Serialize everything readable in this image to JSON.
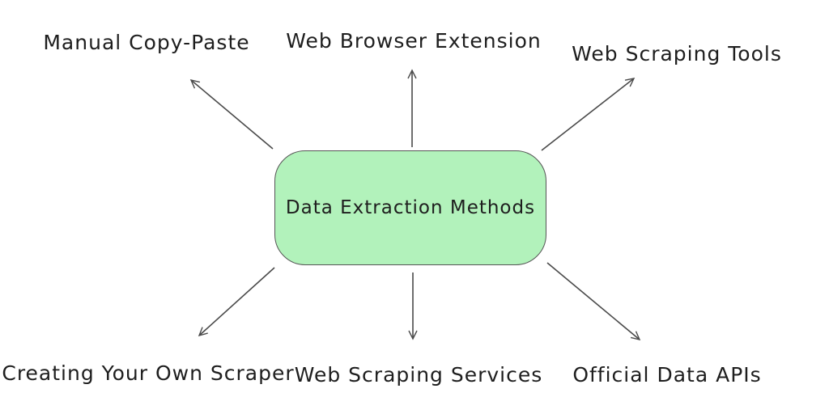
{
  "diagram": {
    "type": "mind-map",
    "center": {
      "label": "Data Extraction Methods",
      "fill": "#b2f2bb",
      "border_color": "#545454"
    },
    "nodes": [
      {
        "id": "manual-copy-paste",
        "label": "Manual Copy-Paste",
        "position": "top-left"
      },
      {
        "id": "web-browser-extension",
        "label": "Web Browser Extension",
        "position": "top-center"
      },
      {
        "id": "web-scraping-tools",
        "label": "Web Scraping Tools",
        "position": "top-right"
      },
      {
        "id": "creating-your-own-scraper",
        "label": "Creating Your Own Scraper",
        "position": "bottom-left"
      },
      {
        "id": "web-scraping-services",
        "label": "Web Scraping Services",
        "position": "bottom-center"
      },
      {
        "id": "official-data-apis",
        "label": "Official Data APIs",
        "position": "bottom-right"
      }
    ],
    "colors": {
      "background": "#ffffff",
      "text": "#1e1e1e",
      "arrow": "#4a4a4a"
    }
  }
}
